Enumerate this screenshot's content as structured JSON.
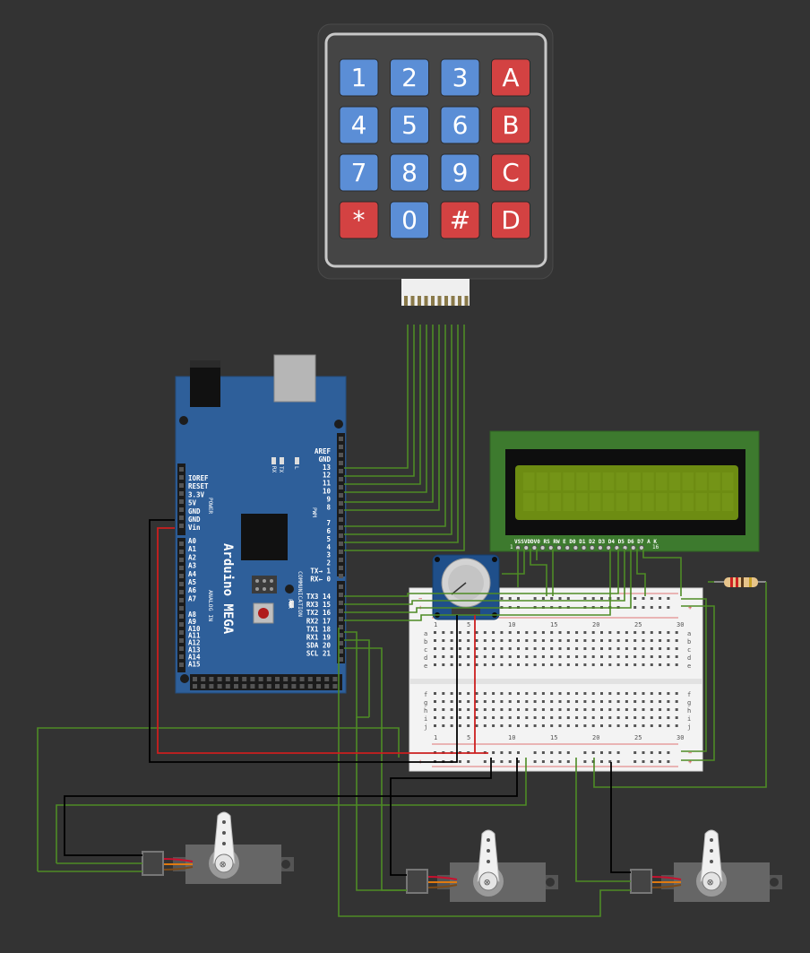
{
  "keypad": {
    "rows": [
      [
        {
          "label": "1",
          "color": "#5b8ed6"
        },
        {
          "label": "2",
          "color": "#5b8ed6"
        },
        {
          "label": "3",
          "color": "#5b8ed6"
        },
        {
          "label": "A",
          "color": "#d34242"
        }
      ],
      [
        {
          "label": "4",
          "color": "#5b8ed6"
        },
        {
          "label": "5",
          "color": "#5b8ed6"
        },
        {
          "label": "6",
          "color": "#5b8ed6"
        },
        {
          "label": "B",
          "color": "#d34242"
        }
      ],
      [
        {
          "label": "7",
          "color": "#5b8ed6"
        },
        {
          "label": "8",
          "color": "#5b8ed6"
        },
        {
          "label": "9",
          "color": "#5b8ed6"
        },
        {
          "label": "C",
          "color": "#d34242"
        }
      ],
      [
        {
          "label": "*",
          "color": "#d34242"
        },
        {
          "label": "0",
          "color": "#5b8ed6"
        },
        {
          "label": "#",
          "color": "#d34242"
        },
        {
          "label": "D",
          "color": "#d34242"
        }
      ]
    ]
  },
  "arduino": {
    "name": "Arduino MEGA",
    "power_pins": [
      "IOREF",
      "RESET",
      "3.3V",
      "5V",
      "GND",
      "GND",
      "Vin"
    ],
    "power_label": "POWER",
    "analog_pins_a": [
      "A0",
      "A1",
      "A2",
      "A3",
      "A4",
      "A5",
      "A6",
      "A7"
    ],
    "analog_pins_b": [
      "A8",
      "A9",
      "A10",
      "A11",
      "A12",
      "A13",
      "A14",
      "A15"
    ],
    "analog_label": "ANALOG IN",
    "digital_pins": [
      "AREF",
      "GND",
      "13",
      "12",
      "11",
      "10",
      "9",
      "8",
      "",
      "7",
      "6",
      "5",
      "4",
      "3",
      "2",
      "TX→ 1",
      "RX← 0"
    ],
    "pwm_label": "PWM",
    "comm_pins": [
      "TX3 14",
      "RX3 15",
      "TX2 16",
      "RX2 17",
      "TX1 18",
      "RX1 19",
      "SDA 20",
      "SCL 21"
    ],
    "comm_label": "COMMUNICATION",
    "leds": [
      "TX",
      "RX",
      "L"
    ],
    "pwr_led": "PWR"
  },
  "lcd": {
    "pin_labels": "VSSVDDV0 RS RW E D0 D1 D2 D3 D4 D5 D6 D7 A K",
    "pin_first": "1",
    "pin_last": "16"
  },
  "breadboard": {
    "col_numbers": [
      "1",
      "5",
      "10",
      "15",
      "20",
      "25",
      "30"
    ],
    "rows_top": [
      "a",
      "b",
      "c",
      "d",
      "e"
    ],
    "rows_bottom": [
      "f",
      "g",
      "h",
      "i",
      "j"
    ]
  },
  "colors": {
    "wire_signal": "#4e8b25",
    "wire_power": "#cc1f1f",
    "wire_ground": "#000000",
    "board": "#2e5f9a",
    "lcd_pcb": "#3d7a2e",
    "lcd_screen": "#6d8c12"
  }
}
